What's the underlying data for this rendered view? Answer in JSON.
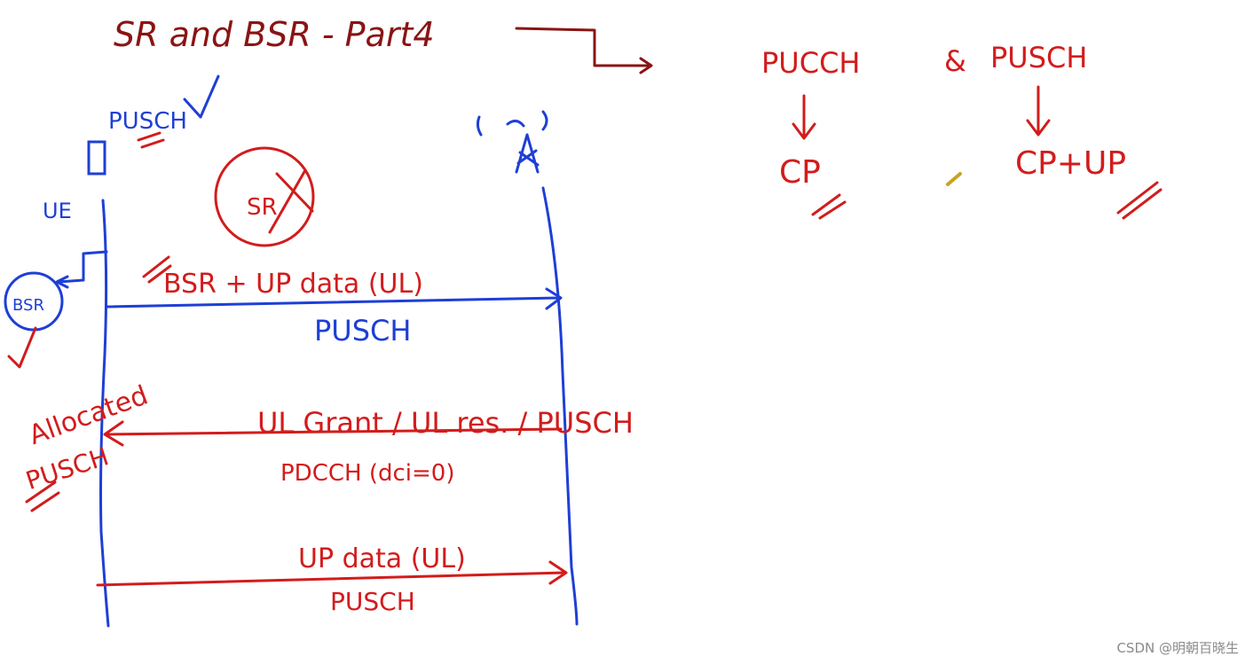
{
  "title": "SR and BSR - Part4",
  "ue_label": "UE",
  "bsr_circle_label": "BSR",
  "pusch_top_label": "PUSCH",
  "sr_crossed_label": "SR",
  "msg1": {
    "label": "BSR + UP data (UL)",
    "channel": "PUSCH"
  },
  "msg2": {
    "label": "UL Grant / UL res. / PUSCH",
    "channel": "PDCCH (dci=0)"
  },
  "msg3": {
    "label": "UP data (UL)",
    "channel": "PUSCH"
  },
  "allocated_label_line1": "Allocated",
  "allocated_label_line2": "PUSCH",
  "right_panel": {
    "left_channel": "PUCCH",
    "connector": "&",
    "right_channel": "PUSCH",
    "left_carries": "CP",
    "right_carries": "CP+UP"
  },
  "watermark": "CSDN @明朝百晓生",
  "colors": {
    "red": "#d21c1c",
    "blue": "#1e3fd6",
    "dark_red": "#8a1414"
  }
}
